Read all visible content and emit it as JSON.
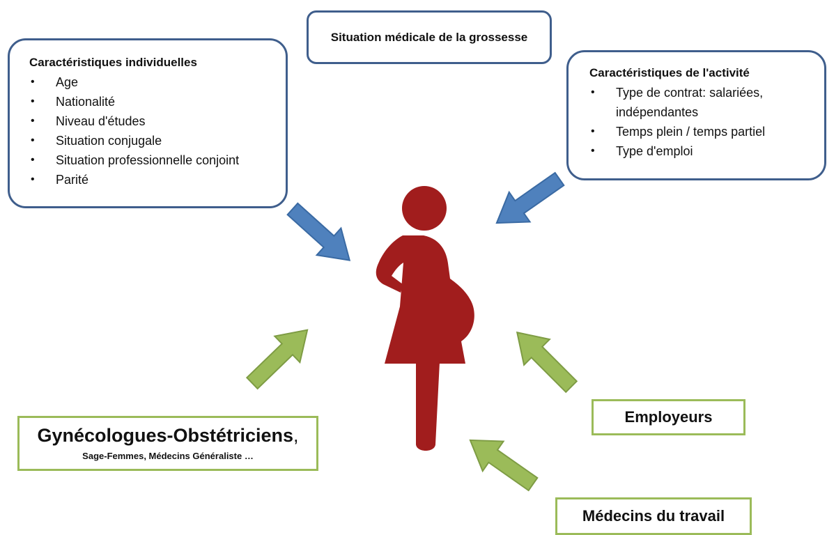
{
  "individual": {
    "title": "Caractéristiques individuelles",
    "items": [
      "Age",
      "Nationalité",
      "Niveau d'études",
      "Situation conjugale",
      "Situation professionnelle conjoint",
      "Parité"
    ]
  },
  "medical": {
    "title": "Situation médicale de la grossesse"
  },
  "activity": {
    "title": "Caractéristiques de l'activité",
    "items": [
      "Type de contrat: salariées, indépendantes",
      "Temps plein / temps partiel",
      "Type d'emploi"
    ]
  },
  "gyneco": {
    "title": "Gynécologues-Obstétriciens",
    "title_suffix": ",",
    "subtitle": "Sage-Femmes, Médecins Généraliste …"
  },
  "employeurs": {
    "label": "Employeurs"
  },
  "medecins_travail": {
    "label": "Médecins du travail"
  },
  "colors": {
    "blue_border": "#3f5e8c",
    "blue_arrow": "#4f81bd",
    "green_border": "#9bbb59",
    "green_arrow": "#9bbb59",
    "figure": "#a11d1d"
  },
  "figure": {
    "icon": "pregnant-woman-icon"
  }
}
